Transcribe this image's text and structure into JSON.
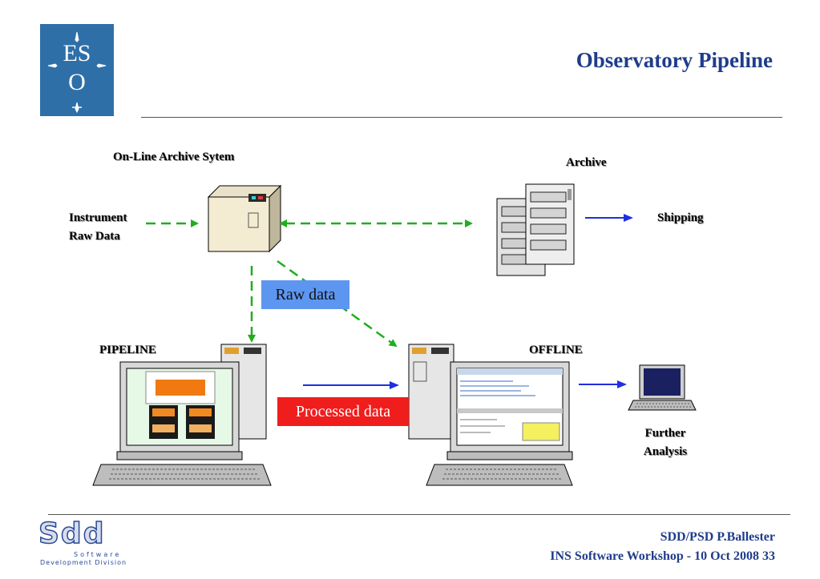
{
  "header": {
    "title": "Observatory Pipeline"
  },
  "logo": {
    "text_top": "ES",
    "text_bottom": "O"
  },
  "labels": {
    "online_archive": "On-Line Archive Sytem",
    "instrument": "Instrument",
    "raw_data_label": "Raw Data",
    "archive": "Archive",
    "shipping": "Shipping",
    "pipeline": "PIPELINE",
    "offline": "OFFLINE",
    "further": "Further",
    "analysis": "Analysis"
  },
  "tags": {
    "raw_data": "Raw data",
    "processed_data": "Processed data"
  },
  "sdd_logo": {
    "letters": "Sdd",
    "line1": "Software",
    "line2": "Development Division"
  },
  "footer": {
    "line1": "SDD/PSD P.Ballester",
    "line2": "INS Software Workshop -  10 Oct 2008  33"
  },
  "colors": {
    "title": "#1f3c8c",
    "green_arrow": "#1fae1f",
    "blue_arrow": "#1f2fe0",
    "raw_tag": "#5d96f0",
    "processed_tag": "#f01d1d",
    "logo_bg": "#2e6fa8"
  }
}
